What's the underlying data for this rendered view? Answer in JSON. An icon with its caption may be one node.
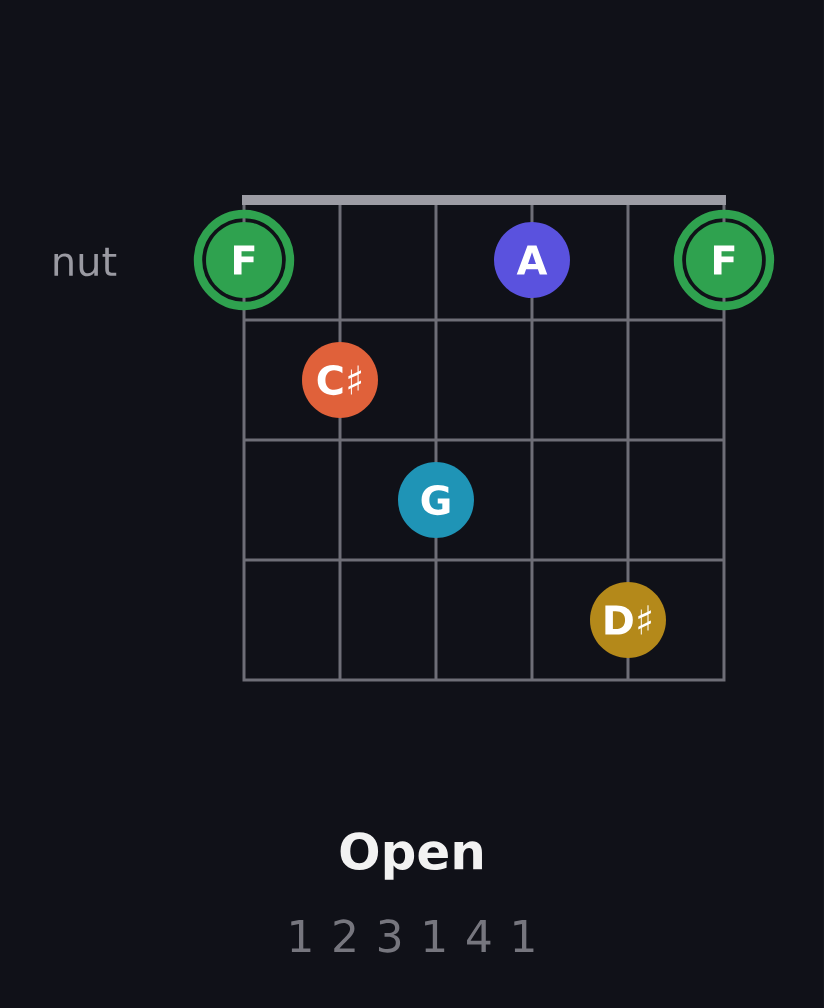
{
  "diagram": {
    "title": "Open",
    "nodes": [
      {
        "text": [
          "F"
        ]
      },
      {
        "text": [
          "A"
        ]
      },
      {
        "text": [
          "F"
        ]
      },
      {
        "text": [
          "C♯"
        ]
      },
      {
        "text": [
          "G"
        ]
      },
      {
        "text": [
          "D♯"
        ]
      }
    ],
    "labels": [
      "nut",
      "1 2 3 1 4 1"
    ]
  }
}
